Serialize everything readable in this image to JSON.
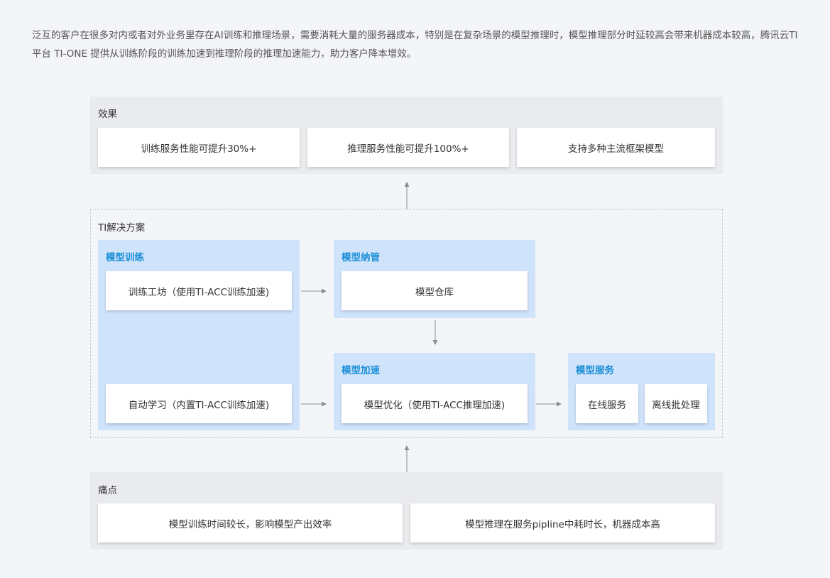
{
  "intro": "泛互的客户在很多对内或者对外业务里存在AI训练和推理场景，需要消耗大量的服务器成本，特别是在复杂场景的模型推理时，模型推理部分时延较高会带来机器成本较高，腾讯云TI平台 TI-ONE 提供从训练阶段的训练加速到推理阶段的推理加速能力，助力客户降本增效。",
  "effects": {
    "title": "效果",
    "items": [
      "训练服务性能可提升30%+",
      "推理服务性能可提升100%+",
      "支持多种主流框架模型"
    ]
  },
  "solution": {
    "title": "TI解决方案",
    "training": {
      "title": "模型训练",
      "items": [
        "训练工坊（使用TI-ACC训练加速)",
        "自动学习（内置TI-ACC训练加速)"
      ]
    },
    "management": {
      "title": "模型纳管",
      "items": [
        "模型仓库"
      ]
    },
    "acceleration": {
      "title": "模型加速",
      "items": [
        "模型优化（使用TI-ACC推理加速)"
      ]
    },
    "service": {
      "title": "模型服务",
      "items": [
        "在线服务",
        "离线批处理"
      ]
    }
  },
  "pain_points": {
    "title": "痛点",
    "items": [
      "模型训练时间较长，影响模型产出效率",
      "模型推理在服务pipline中耗时长，机器成本高"
    ]
  },
  "colors": {
    "group_bg": "#cfe3fb",
    "group_title": "#1a8fd6",
    "band_bg": "#e9ebee",
    "arrow": "#8a8f96"
  }
}
